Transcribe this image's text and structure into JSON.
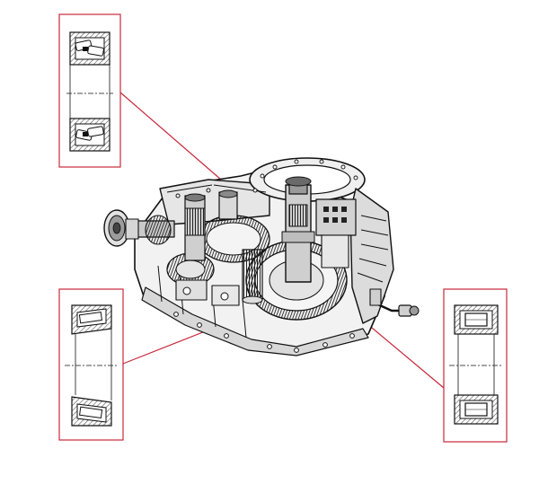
{
  "colors": {
    "callout": "#c8283a",
    "ink": "#111111",
    "hatch": "#555555",
    "paper": "#ffffff",
    "shade": "#9a9a9a"
  },
  "figure": {
    "subject": "gear-unit-cutaway",
    "callouts": [
      {
        "name": "spherical-roller-bearing",
        "target": "upper-housing"
      },
      {
        "name": "tapered-roller-bearing",
        "target": "lower-housing"
      },
      {
        "name": "cylindrical-roller-bearing",
        "target": "right-housing"
      }
    ]
  }
}
